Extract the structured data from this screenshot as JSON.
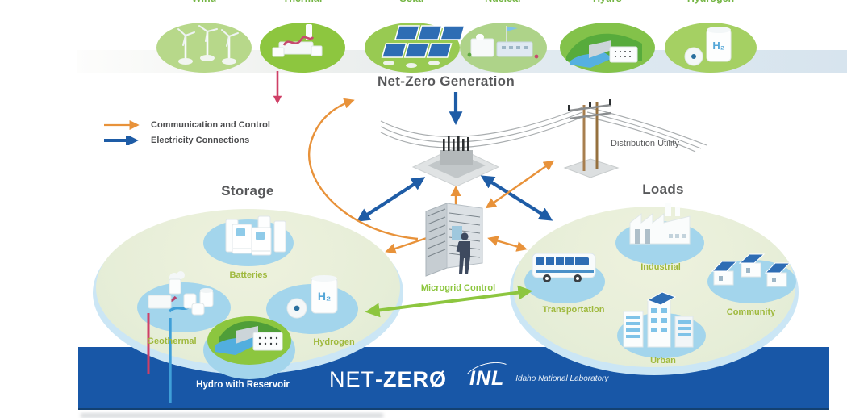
{
  "legend": {
    "items": [
      {
        "label": "Communication and Control",
        "color": "#e8923a"
      },
      {
        "label": "Electricity Connections",
        "color": "#1e5ca6"
      }
    ]
  },
  "generation": {
    "title": "Net-Zero Generation",
    "sources": [
      {
        "label": "Wind"
      },
      {
        "label": "Thermal"
      },
      {
        "label": "Solar"
      },
      {
        "label": "Nuclear"
      },
      {
        "label": "Hydro"
      },
      {
        "label": "Hydrogen"
      }
    ]
  },
  "grid": {
    "distribution_label": "Distribution Utility",
    "microgrid_label": "Microgrid Control"
  },
  "storage": {
    "title": "Storage",
    "items": [
      {
        "label": "Batteries"
      },
      {
        "label": "Geothermal"
      },
      {
        "label": "Hydrogen"
      },
      {
        "label": "Hydro with Reservoir"
      }
    ]
  },
  "loads": {
    "title": "Loads",
    "items": [
      {
        "label": "Industrial"
      },
      {
        "label": "Transportation"
      },
      {
        "label": "Community"
      },
      {
        "label": "Urban"
      }
    ]
  },
  "icons": {
    "h2_label": "H₂"
  },
  "footer": {
    "brand_light": "NET",
    "brand_bold": "-ZERØ",
    "org": "INL",
    "org_name": "Idaho National Laboratory"
  },
  "colors": {
    "banner_blue": "#1857a7",
    "communication_orange": "#e8923a",
    "electricity_blue": "#1e5ca6",
    "microgrid_green": "#8dc63f",
    "category_label_green": "#9fb93d",
    "title_gray": "#57585a"
  }
}
